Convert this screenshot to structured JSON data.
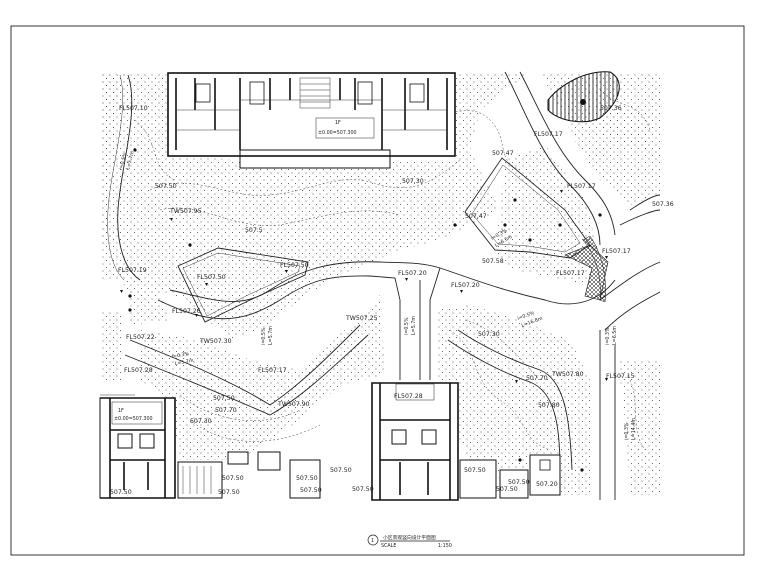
{
  "title_block": {
    "number": "1",
    "title": "小区景观竖向设计平面图",
    "scale_label": "SCALE",
    "scale_value": "1:150"
  },
  "level_labels": [
    "FL507.10",
    "507.50",
    "TW507.95",
    "507.5",
    "FL507.19",
    "FL507.50",
    "FL507.50",
    "FL507.26",
    "FL507.22",
    "TW507.30",
    "FL507.20",
    "TW507.25",
    "FL507.17",
    "TW507.90",
    "FL507.20",
    "FL507.17",
    "FL507.17",
    "FL507.17",
    "507.30",
    "507.47",
    "507.47",
    "FL507.28",
    "FL507.28",
    "507.50",
    "507.70",
    "507.70",
    "TW507.80",
    "507.80",
    "FL507.15",
    "507.30",
    "507.50",
    "507.50",
    "507.50",
    "507.50",
    "507.50",
    "507.50",
    "507.50",
    "507.50",
    "507.50",
    "507.36",
    "FL507.17",
    "507.36",
    "507.50",
    "507.58",
    "507.20",
    "507.30"
  ],
  "slope_labels": [
    "i=0.5%",
    "L=5.7m",
    "i=0.5%",
    "L=5.7m",
    "i=0.3%",
    "L=6.5m",
    "i=0.5%",
    "L=16.8m",
    "i=0.3%",
    "L=14.4m",
    "i=0.3%",
    "L=5.7m",
    "i=0.5%",
    "L=5.7m",
    "i=0.3%",
    "L=6.5m"
  ],
  "building_tags": {
    "north": {
      "unit": "1F",
      "level": "±0.00=507.300"
    },
    "south_west": {
      "unit": "1F",
      "level": "±0.00=507.300"
    }
  }
}
